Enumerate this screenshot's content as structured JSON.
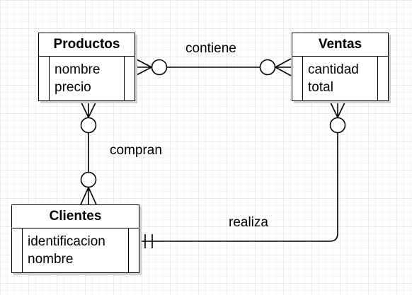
{
  "entities": {
    "productos": {
      "title": "Productos",
      "attributes": [
        "nombre",
        "precio"
      ]
    },
    "ventas": {
      "title": "Ventas",
      "attributes": [
        "cantidad",
        "total"
      ]
    },
    "clientes": {
      "title": "Clientes",
      "attributes": [
        "identificacion",
        "nombre"
      ]
    }
  },
  "relationships": {
    "productos_ventas": "contiene",
    "productos_clientes": "compran",
    "clientes_ventas": "realiza"
  }
}
